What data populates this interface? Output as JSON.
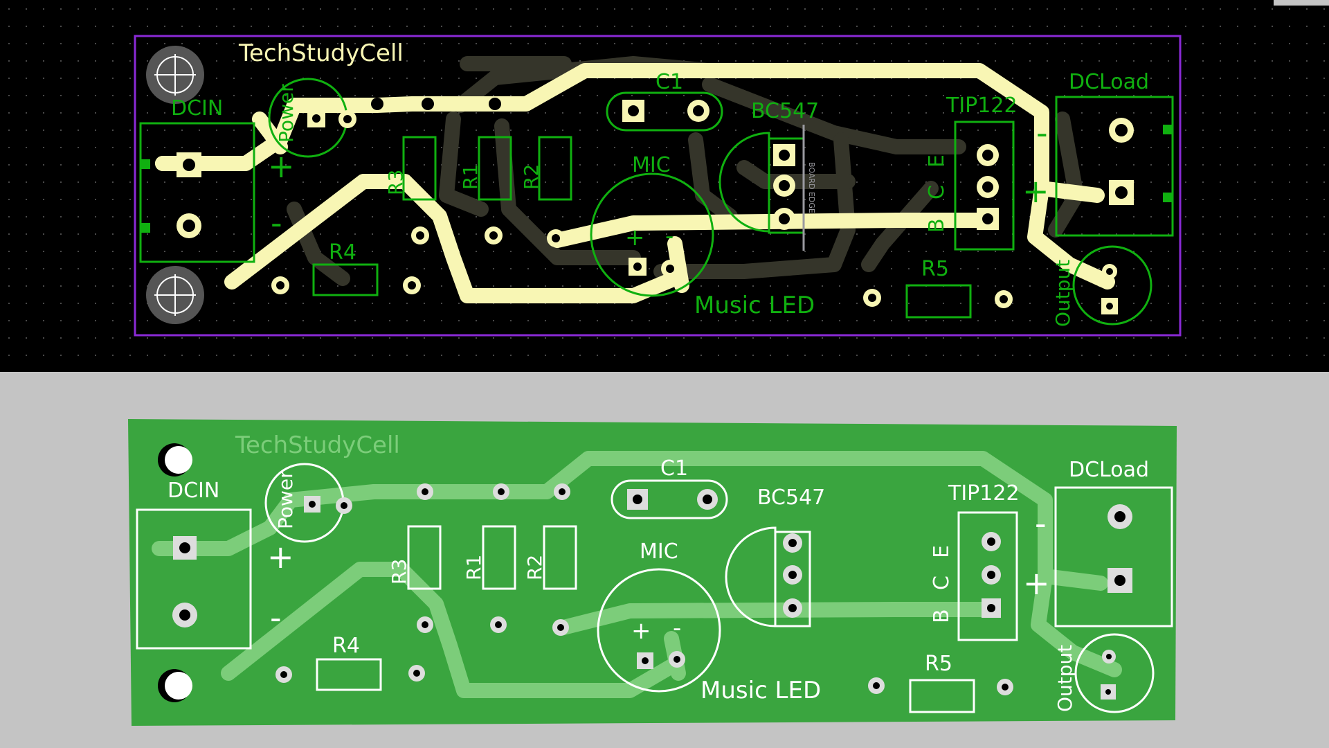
{
  "board": {
    "brand": "TechStudyCell",
    "product": "Music  LED",
    "components": {
      "dcin": "DCIN",
      "power": "Power",
      "c1": "C1",
      "bc547": "BC547",
      "tip122": "TIP122",
      "dcload": "DCLoad",
      "mic": "MIC",
      "r1": "R1",
      "r2": "R2",
      "r3": "R3",
      "r4": "R4",
      "r5": "R5",
      "output": "Output"
    },
    "pins": {
      "b": "B",
      "c": "C",
      "e": "E"
    },
    "polarity": {
      "plus": "+",
      "minus": "-"
    },
    "edge_label": "BOARD EDGE"
  },
  "views": [
    {
      "id": "layout",
      "name": "pcb-layout-view"
    },
    {
      "id": "render",
      "name": "pcb-3d-render-view"
    }
  ],
  "colors": {
    "layout_bg": "#000000",
    "layout_trace": "#f8f6b4",
    "layout_bottom_trace": "#35352a",
    "layout_silk": "#10b010",
    "board_outline": "#8a2ad6",
    "render_board": "#3aa53f",
    "render_trace": "#7ccd7a",
    "render_silk": "#ffffff",
    "page_bg": "#c4c4c4"
  }
}
